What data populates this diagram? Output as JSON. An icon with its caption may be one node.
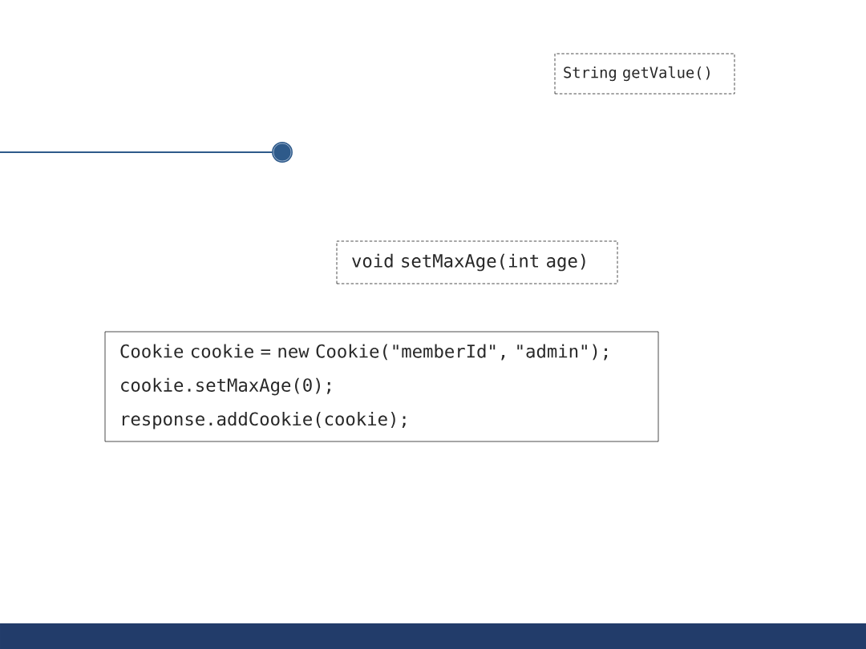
{
  "diagram": {
    "nodes": [
      {
        "text": [
          "String getValue()"
        ]
      },
      {
        "text": [
          "void setMaxAge(int age)"
        ]
      },
      {
        "text": [
          "Cookie cookie = new Cookie(\"memberId\", \"admin\");",
          "cookie.setMaxAge(0);",
          "response.addCookie(cookie);"
        ]
      }
    ]
  }
}
